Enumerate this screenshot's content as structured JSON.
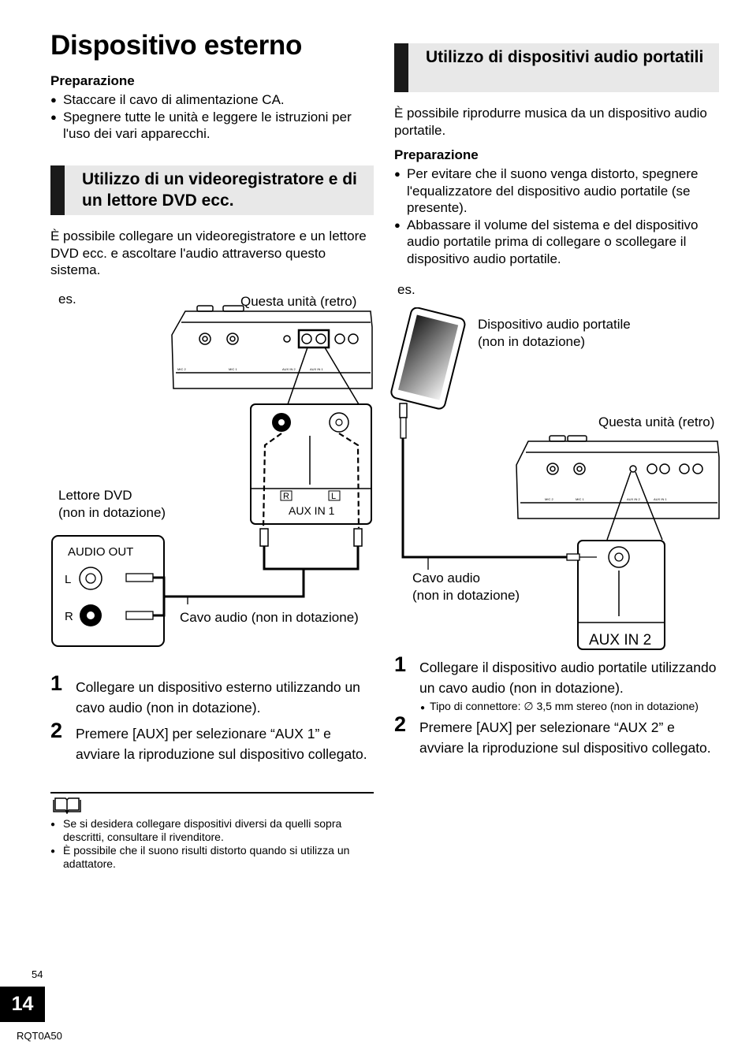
{
  "title": "Dispositivo esterno",
  "left": {
    "prep_title": "Preparazione",
    "prep_items": [
      "Staccare il cavo di alimentazione CA.",
      "Spegnere tutte le unità e leggere le istruzioni per l'uso dei vari apparecchi."
    ],
    "section_heading": "Utilizzo di un videoregistratore e di un lettore DVD ecc.",
    "intro": "È possibile collegare un videoregistratore e un lettore DVD ecc. e ascoltare l'audio attraverso questo sistema.",
    "diagram": {
      "es_label": "es.",
      "unit_label": "Questa unità (retro)",
      "dvd_label_1": "Lettore DVD",
      "dvd_label_2": "(non in dotazione)",
      "audio_out": "AUDIO OUT",
      "l": "L",
      "r": "R",
      "aux_in_1": "AUX IN 1",
      "cable_label": "Cavo audio (non in dotazione)"
    },
    "steps": [
      {
        "num": "1",
        "text": "Collegare un dispositivo esterno utilizzando un cavo audio (non in dotazione)."
      },
      {
        "num": "2",
        "text": "Premere [AUX] per selezionare “AUX 1” e avviare la riproduzione sul dispositivo collegato."
      }
    ],
    "notes": [
      "Se si desidera collegare dispositivi diversi da quelli sopra descritti, consultare il rivenditore.",
      "È possibile che il suono risulti distorto quando si utilizza un adattatore."
    ]
  },
  "right": {
    "section_heading": "Utilizzo di dispositivi audio portatili",
    "intro": "È possibile riprodurre musica da un dispositivo audio portatile.",
    "prep_title": "Preparazione",
    "prep_items": [
      "Per evitare che il suono venga distorto, spegnere l'equalizzatore del dispositivo audio portatile (se presente).",
      "Abbassare il volume del sistema e del dispositivo audio portatile prima di collegare o scollegare il dispositivo audio portatile."
    ],
    "diagram": {
      "es_label": "es.",
      "device_label_1": "Dispositivo audio portatile",
      "device_label_2": "(non in dotazione)",
      "unit_label": "Questa unità (retro)",
      "cable_label_1": "Cavo audio",
      "cable_label_2": "(non in dotazione)",
      "aux_in_2": "AUX IN 2"
    },
    "steps": [
      {
        "num": "1",
        "text": "Collegare il dispositivo audio portatile utilizzando un cavo audio (non in dotazione)."
      },
      {
        "num": "2",
        "text": "Premere [AUX] per selezionare “AUX 2” e avviare la riproduzione sul dispositivo collegato."
      }
    ],
    "connector_note": "Tipo di connettore: ∅ 3,5 mm stereo (non in dotazione)"
  },
  "footer": {
    "small_page": "54",
    "page_number": "14",
    "doc_code": "RQT0A50"
  }
}
